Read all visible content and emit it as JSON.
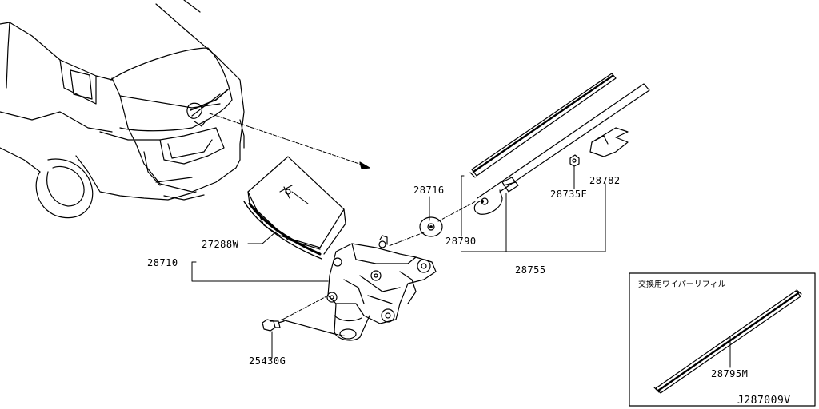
{
  "diagram": {
    "id": "J287009V",
    "parts": {
      "p28716": "28716",
      "p28790": "28790",
      "p28735E": "28735E",
      "p28782": "28782",
      "p28755": "28755",
      "p27288W": "27288W",
      "p28710": "28710",
      "p25430G": "25430G"
    },
    "inset": {
      "title": "交換用ワイパーリフィル",
      "part": "28795M"
    }
  }
}
